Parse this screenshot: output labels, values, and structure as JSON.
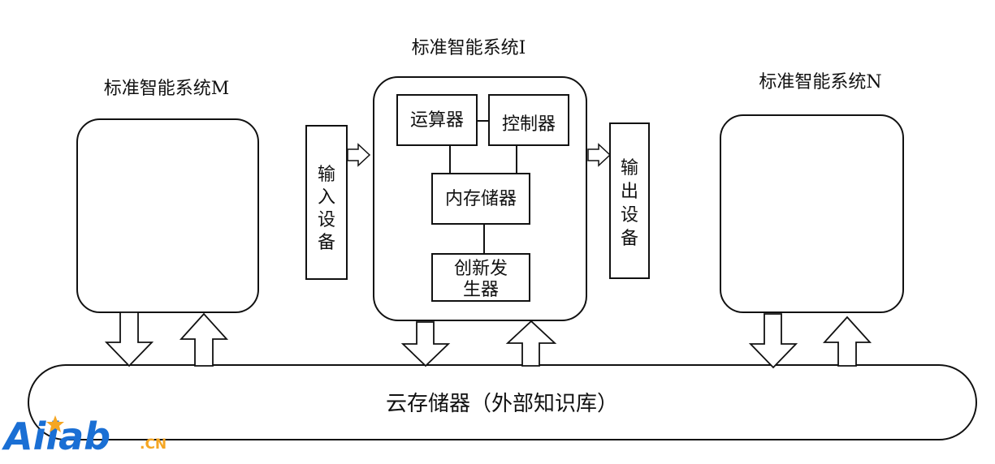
{
  "diagram": {
    "system_i_title": "标准智能系统I",
    "system_m_title": "标准智能系统M",
    "system_n_title": "标准智能系统N",
    "alu_label": "运算器",
    "controller_label": "控制器",
    "memory_label": "内存储器",
    "innovation_line1": "创新发",
    "innovation_line2": "生器",
    "input_chars": [
      "输",
      "入",
      "设",
      "备"
    ],
    "output_chars": [
      "输",
      "出",
      "设",
      "备"
    ],
    "cloud_label": "云存储器（外部知识库）"
  },
  "logo": {
    "brand": "Ailab",
    "suffix": ".CN",
    "brand_color": "#1a6fd4",
    "star_color": "#f5a623"
  }
}
